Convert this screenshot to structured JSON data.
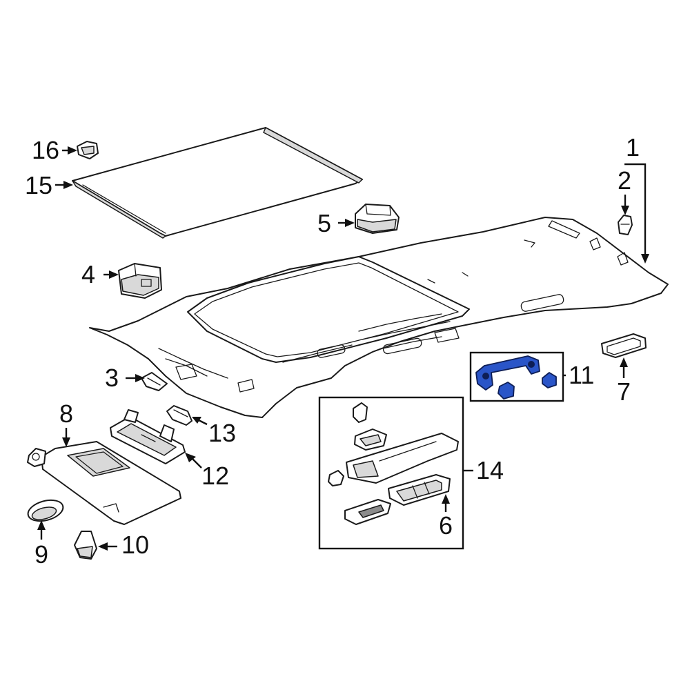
{
  "diagram": {
    "callouts": {
      "c1": "1",
      "c2": "2",
      "c3": "3",
      "c4": "4",
      "c5": "5",
      "c6": "6",
      "c7": "7",
      "c8": "8",
      "c9": "9",
      "c10": "10",
      "c11": "11",
      "c12": "12",
      "c13": "13",
      "c14": "14",
      "c15": "15",
      "c16": "16"
    },
    "colors": {
      "highlight": "#2a55c8",
      "line": "#1a1a1a",
      "background": "#ffffff"
    }
  }
}
